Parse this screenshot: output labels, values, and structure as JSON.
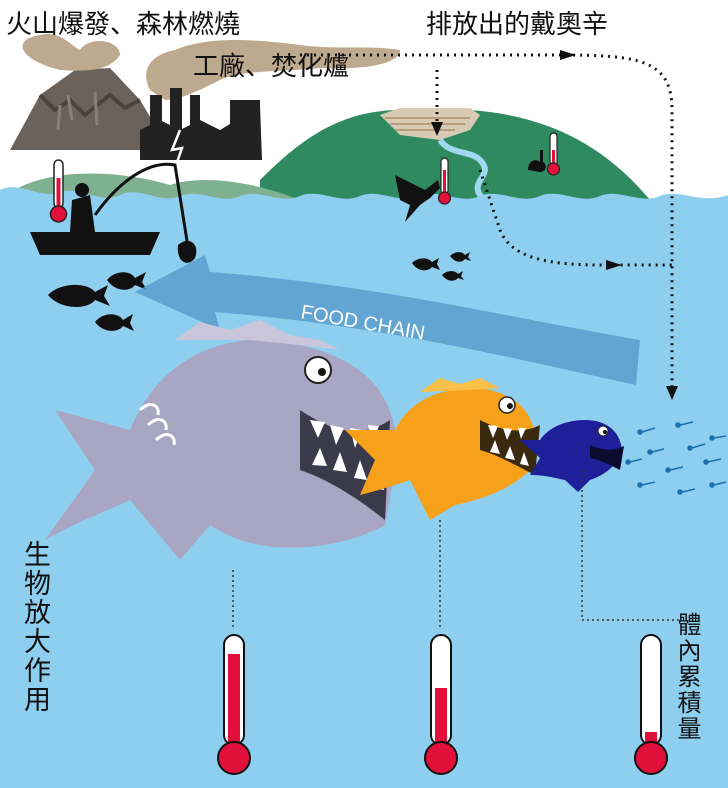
{
  "labels": {
    "sources": "火山爆發、森林燃燒",
    "factories": "工廠、焚化爐",
    "dioxin_release": "排放出的戴奧辛",
    "food_chain": "FOOD CHAIN",
    "biomagnification": "生物放大作用",
    "bioaccumulation": "體內累積量"
  },
  "colors": {
    "sea": "#8ecfef",
    "hill": "#2f8b5f",
    "smoke": "#bda98e",
    "arrow": "#5a9ccc",
    "big_fish": "#a9a6c4",
    "mid_fish": "#f7a11a",
    "small_fish": "#1f1f9a",
    "mercury": "#e0103a"
  },
  "thermometer_levels": {
    "big_fish": 0.85,
    "mid_fish": 0.55,
    "small_fish": 0.25
  }
}
